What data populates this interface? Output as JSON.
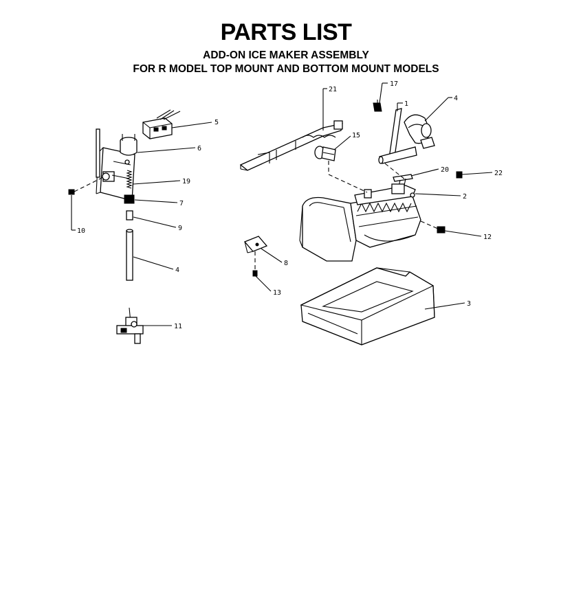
{
  "header": {
    "title": "PARTS LIST",
    "subtitle_1": "ADD-ON ICE MAKER ASSEMBLY",
    "subtitle_2": "FOR R MODEL TOP MOUNT AND BOTTOM MOUNT MODELS"
  },
  "callouts": {
    "c5a": "5",
    "c6": "6",
    "c19": "19",
    "c7": "7",
    "c9": "9",
    "c4a": "4",
    "c10": "10",
    "c11": "11",
    "c21": "21",
    "c17": "17",
    "c1": "1",
    "c4b": "4",
    "c15": "15",
    "c20": "20",
    "c22": "22",
    "c2": "2",
    "c12": "12",
    "c8": "8",
    "c13": "13",
    "c3": "3"
  }
}
